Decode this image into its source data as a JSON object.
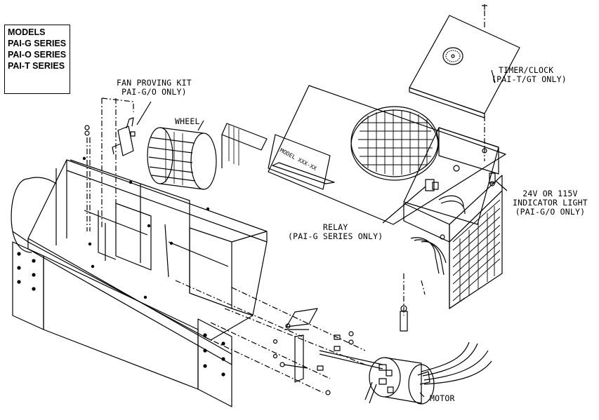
{
  "models": {
    "title": "MODELS",
    "series": [
      "PAI-G SERIES",
      "PAI-O SERIES",
      "PAI-T SERIES"
    ]
  },
  "labels": {
    "fan_proving_kit": [
      "FAN PROVING KIT",
      "PAI-G/O ONLY)"
    ],
    "wheel": "WHEEL",
    "timer_clock": [
      "TIMER/CLOCK",
      "(PAI-T/GT ONLY)"
    ],
    "indicator_light": [
      "24V OR 115V",
      "INDICATOR LIGHT",
      "(PAI-G/O ONLY)"
    ],
    "relay": [
      "RELAY",
      "(PAI-G SERIES ONLY)"
    ],
    "motor": "MOTOR",
    "model_plate": "MODEL XXX-XX"
  },
  "colors": {
    "line": "#000000",
    "background": "#ffffff"
  }
}
